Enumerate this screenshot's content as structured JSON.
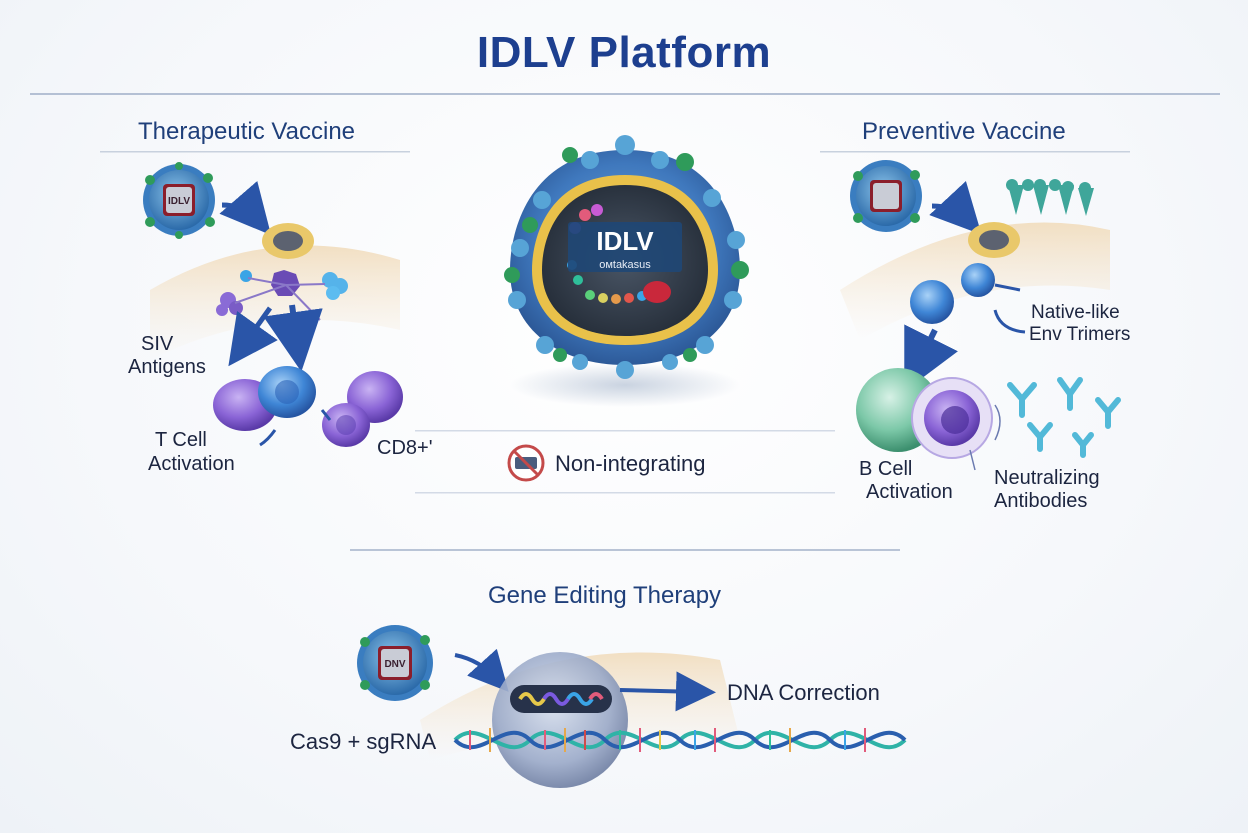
{
  "title": "IDLV Platform",
  "center": {
    "virus_label": "IDLV",
    "virus_sublabel": "омtakasus",
    "non_integrating": "Non-integrating"
  },
  "therapeutic": {
    "title": "Therapeutic Vaccine",
    "badge": "IDLV",
    "antigens_line1": "SIV",
    "antigens_line2": "Antigens",
    "tcell_line1": "T Cell",
    "tcell_line2": "Activation",
    "cd8": "CD8+'"
  },
  "preventive": {
    "title": "Preventive Vaccine",
    "trimers_line1": "Native-like",
    "trimers_line2": "Env Trimers",
    "bcell_line1": "B Cell",
    "bcell_line2": "Activation",
    "antibodies_line1": "Neutralizing",
    "antibodies_line2": "Antibodies"
  },
  "gene": {
    "title": "Gene Editing Therapy",
    "badge": "DNV",
    "dna_correction": "DNA Correction",
    "cas9": "Cas9 + sgRNA"
  },
  "colors": {
    "title": "#1d3f8f",
    "arrow": "#2a55a8",
    "virus_blue": "#4e8fcf",
    "virus_green": "#2f9b5a",
    "cell_purple": "#7d5ad0",
    "cell_blue": "#3f7fd0",
    "antibody": "#52b9d8"
  }
}
